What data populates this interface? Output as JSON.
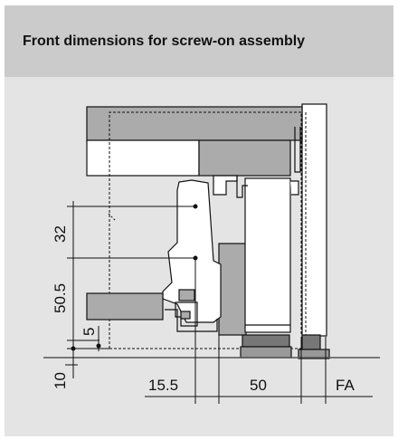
{
  "header": {
    "title": "Front dimensions for screw-on assembly"
  },
  "dimensions": {
    "d32": "32",
    "d50_5": "50.5",
    "d5": "5",
    "d10": "10",
    "d15_5": "15.5",
    "d50": "50",
    "fa": "FA"
  },
  "colors": {
    "header_bg": "#cbcbcb",
    "body_bg": "#e4e4e4",
    "part_dark": "#a9a9a9",
    "part_light": "#ffffff",
    "line": "#111111"
  }
}
